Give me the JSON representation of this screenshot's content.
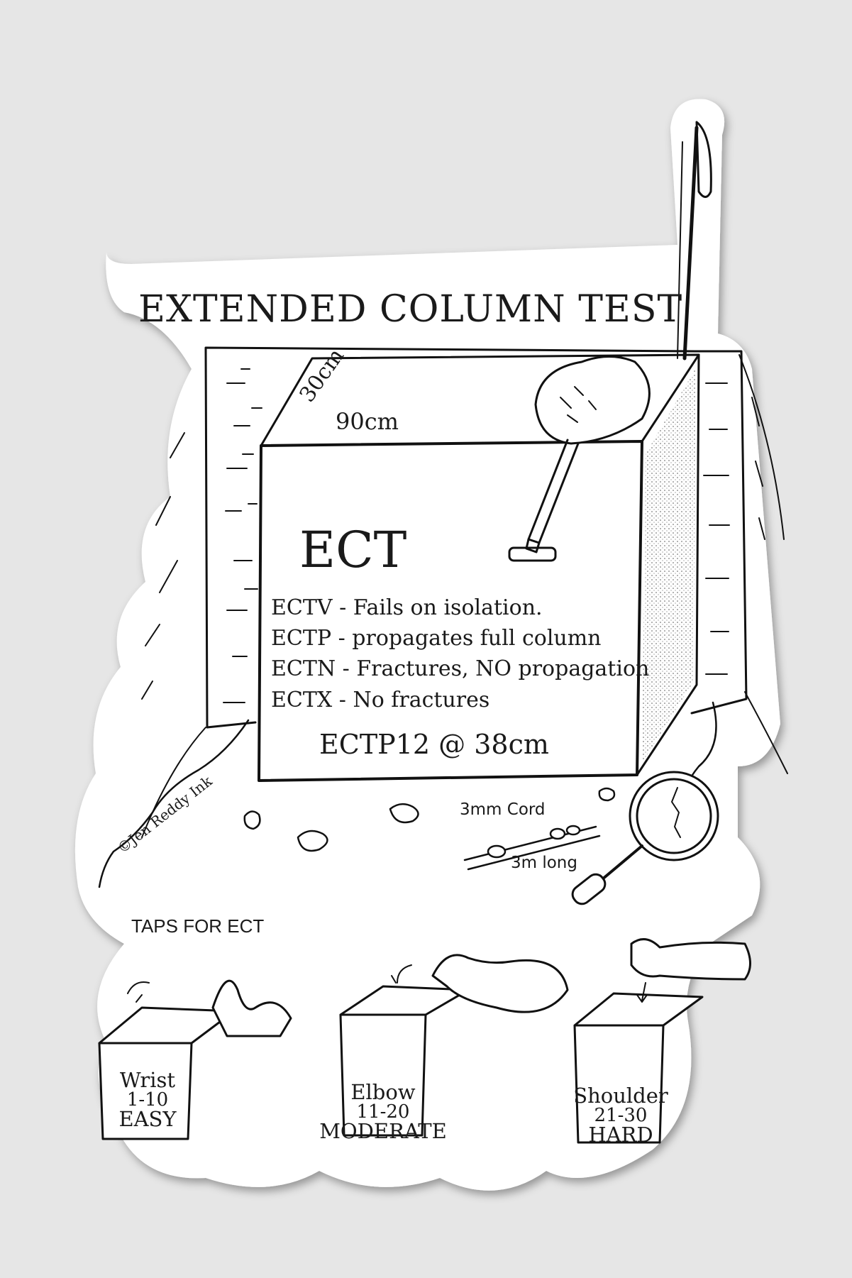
{
  "title": "EXTENDED COLUMN TEST",
  "column": {
    "depth": "30cm",
    "width": "90cm",
    "label": "ECT",
    "results": [
      {
        "code": "ECTV",
        "sep": " - ",
        "desc": "Fails on isolation."
      },
      {
        "code": "ECTP",
        "sep": " - ",
        "desc": "propagates full column"
      },
      {
        "code": "ECTN",
        "sep": " - ",
        "desc": "Fractures, NO propagation"
      },
      {
        "code": "ECTX",
        "sep": " - ",
        "desc": "No fractures"
      }
    ],
    "example_result": "ECTP12 @ 38cm"
  },
  "cord": {
    "label": "3mm Cord",
    "length": "3m long"
  },
  "credit": "©Jen Reddy Ink",
  "taps": {
    "heading": "TAPS FOR ECT",
    "levels": [
      {
        "name": "Wrist",
        "range": "1-10",
        "difficulty": "EASY"
      },
      {
        "name": "Elbow",
        "range": "11-20",
        "difficulty": "MODERATE"
      },
      {
        "name": "Shoulder",
        "range": "21-30",
        "difficulty": "HARD"
      }
    ]
  },
  "icons": [
    "shovel-icon",
    "probe-icon",
    "magnifying-glass-icon",
    "cord-icon",
    "hand-icon",
    "snow-block-icon",
    "snow-chunk-icon"
  ]
}
